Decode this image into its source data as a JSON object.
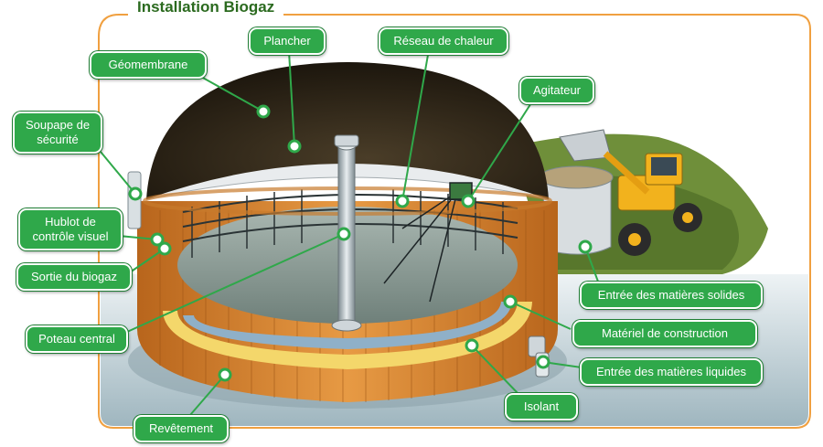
{
  "title": "Installation Biogaz",
  "labels": {
    "geomembrane": "Géomembrane",
    "plancher": "Plancher",
    "reseau_chaleur": "Réseau de chaleur",
    "agitateur": "Agitateur",
    "soupape": "Soupape de sécurité",
    "hublot": "Hublot de contrôle visuel",
    "sortie_biogaz": "Sortie du biogaz",
    "poteau_central": "Poteau central",
    "revetement": "Revêtement",
    "isolant": "Isolant",
    "entree_solides": "Entrée des matières solides",
    "materiel_construction": "Matériel de construction",
    "entree_liquides": "Entrée des matières liquides"
  },
  "colors": {
    "label_green": "#2fa84a",
    "frame_orange": "#f0a040",
    "title_green": "#2b6a1f",
    "wall_orange": "#d9832a",
    "dome_dark": "#2a2116"
  }
}
